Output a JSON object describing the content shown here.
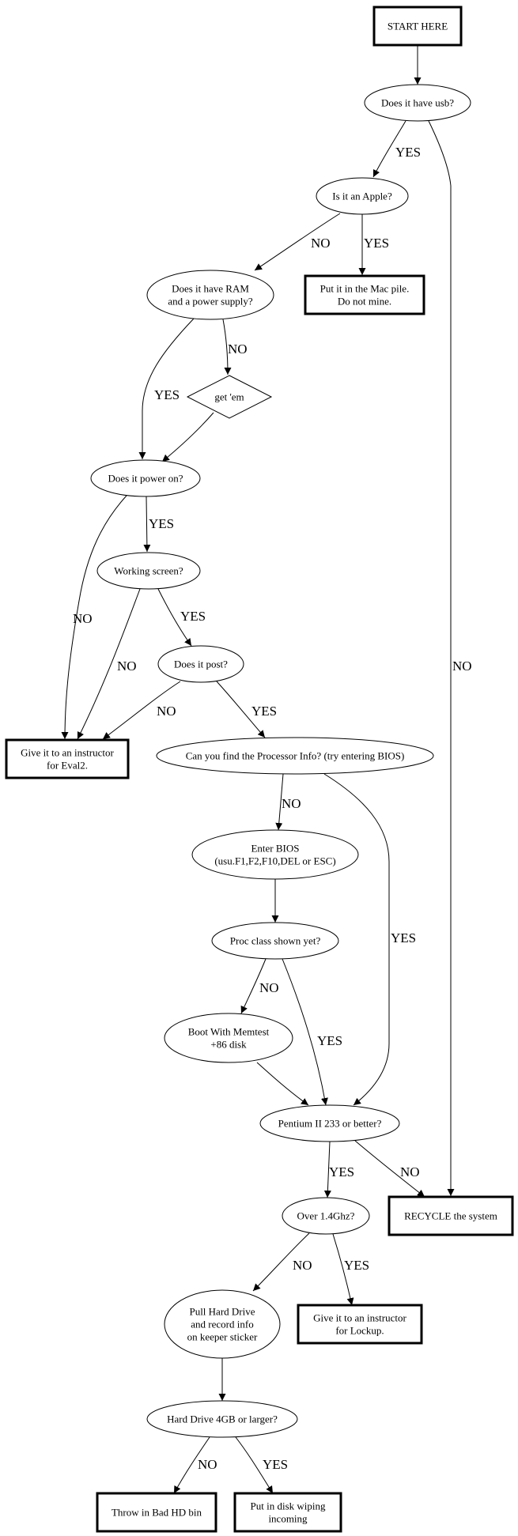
{
  "diagram": {
    "type": "flowchart",
    "nodes": [
      {
        "id": "start",
        "shape": "box",
        "lines": [
          "START HERE"
        ]
      },
      {
        "id": "usb",
        "shape": "ellipse",
        "lines": [
          "Does it have usb?"
        ]
      },
      {
        "id": "apple",
        "shape": "ellipse",
        "lines": [
          "Is it an Apple?"
        ]
      },
      {
        "id": "ram",
        "shape": "ellipse",
        "lines": [
          "Does it have RAM",
          "and a power supply?"
        ]
      },
      {
        "id": "mac",
        "shape": "box",
        "lines": [
          "Put it in the Mac pile.",
          "Do not mine."
        ]
      },
      {
        "id": "getem",
        "shape": "diamond",
        "lines": [
          "get 'em"
        ]
      },
      {
        "id": "power",
        "shape": "ellipse",
        "lines": [
          "Does it power on?"
        ]
      },
      {
        "id": "screen",
        "shape": "ellipse",
        "lines": [
          "Working screen?"
        ]
      },
      {
        "id": "post",
        "shape": "ellipse",
        "lines": [
          "Does it post?"
        ]
      },
      {
        "id": "eval2",
        "shape": "box",
        "lines": [
          "Give it to an instructor",
          "for Eval2."
        ]
      },
      {
        "id": "procinfo",
        "shape": "ellipse",
        "lines": [
          "Can you find the Processor Info? (try entering BIOS)"
        ]
      },
      {
        "id": "bios",
        "shape": "ellipse",
        "lines": [
          "Enter BIOS",
          "(usu.F1,F2,F10,DEL or ESC)"
        ]
      },
      {
        "id": "procclass",
        "shape": "ellipse",
        "lines": [
          "Proc class shown yet?"
        ]
      },
      {
        "id": "memtest",
        "shape": "ellipse",
        "lines": [
          "Boot With Memtest",
          "+86 disk"
        ]
      },
      {
        "id": "pentium",
        "shape": "ellipse",
        "lines": [
          "Pentium II 233 or better?"
        ]
      },
      {
        "id": "ghz",
        "shape": "ellipse",
        "lines": [
          "Over 1.4Ghz?"
        ]
      },
      {
        "id": "recycle",
        "shape": "box",
        "lines": [
          "RECYCLE the system"
        ]
      },
      {
        "id": "pullhd",
        "shape": "ellipse",
        "lines": [
          "Pull Hard Drive",
          "and record info",
          "on keeper sticker"
        ]
      },
      {
        "id": "lockup",
        "shape": "box",
        "lines": [
          "Give it to an instructor",
          "for Lockup."
        ]
      },
      {
        "id": "hd4gb",
        "shape": "ellipse",
        "lines": [
          "Hard Drive 4GB or larger?"
        ]
      },
      {
        "id": "badhd",
        "shape": "box",
        "lines": [
          "Throw in Bad HD bin"
        ]
      },
      {
        "id": "wipe",
        "shape": "box",
        "lines": [
          "Put in disk wiping",
          "incoming"
        ]
      }
    ],
    "edges": [
      {
        "from": "start",
        "to": "usb",
        "label": ""
      },
      {
        "from": "usb",
        "to": "apple",
        "label": "YES"
      },
      {
        "from": "usb",
        "to": "recycle",
        "label": "NO"
      },
      {
        "from": "apple",
        "to": "ram",
        "label": "NO"
      },
      {
        "from": "apple",
        "to": "mac",
        "label": "YES"
      },
      {
        "from": "ram",
        "to": "getem",
        "label": "NO"
      },
      {
        "from": "ram",
        "to": "power",
        "label": "YES"
      },
      {
        "from": "getem",
        "to": "power",
        "label": ""
      },
      {
        "from": "power",
        "to": "screen",
        "label": "YES"
      },
      {
        "from": "power",
        "to": "eval2",
        "label": "NO"
      },
      {
        "from": "screen",
        "to": "eval2",
        "label": "NO"
      },
      {
        "from": "screen",
        "to": "post",
        "label": "YES"
      },
      {
        "from": "post",
        "to": "eval2",
        "label": "NO"
      },
      {
        "from": "post",
        "to": "procinfo",
        "label": "YES"
      },
      {
        "from": "procinfo",
        "to": "bios",
        "label": "NO"
      },
      {
        "from": "procinfo",
        "to": "pentium",
        "label": "YES"
      },
      {
        "from": "bios",
        "to": "procclass",
        "label": ""
      },
      {
        "from": "procclass",
        "to": "memtest",
        "label": "NO"
      },
      {
        "from": "procclass",
        "to": "pentium",
        "label": "YES"
      },
      {
        "from": "memtest",
        "to": "pentium",
        "label": ""
      },
      {
        "from": "pentium",
        "to": "ghz",
        "label": "YES"
      },
      {
        "from": "pentium",
        "to": "recycle",
        "label": "NO"
      },
      {
        "from": "ghz",
        "to": "pullhd",
        "label": "NO"
      },
      {
        "from": "ghz",
        "to": "lockup",
        "label": "YES"
      },
      {
        "from": "pullhd",
        "to": "hd4gb",
        "label": ""
      },
      {
        "from": "hd4gb",
        "to": "badhd",
        "label": "NO"
      },
      {
        "from": "hd4gb",
        "to": "wipe",
        "label": "YES"
      }
    ]
  }
}
